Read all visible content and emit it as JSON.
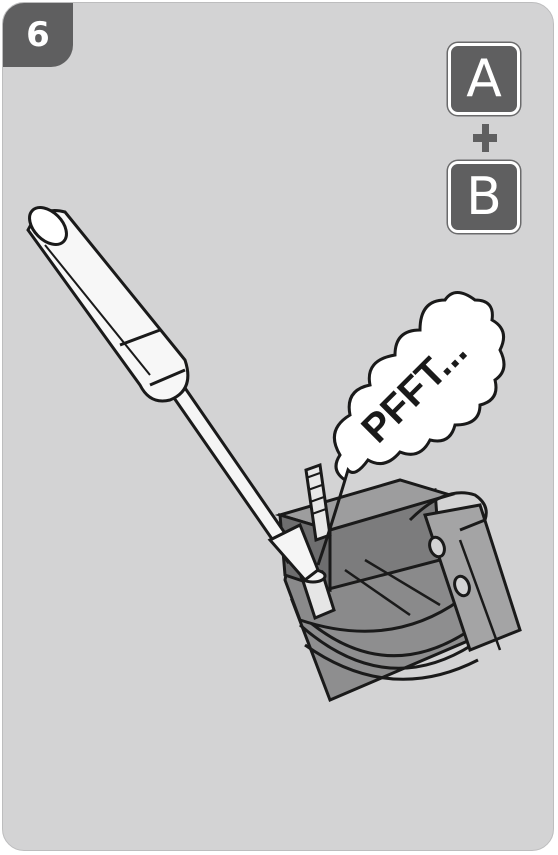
{
  "step": {
    "number": "6"
  },
  "badges": {
    "first": "A",
    "second": "B"
  },
  "sound": {
    "text": "PFFT..."
  },
  "colors": {
    "panel": "#d3d3d4",
    "dark": "#5f5f60",
    "metal": "#9a9a9b"
  }
}
